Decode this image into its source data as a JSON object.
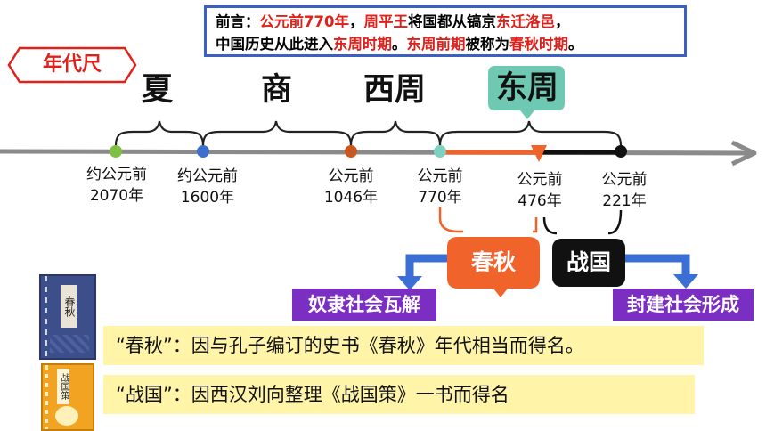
{
  "intro": {
    "p1": "前言：",
    "p2": "公元前770年",
    "p3": "，",
    "p4": "周平王",
    "p5": "将国都从镐京",
    "p6": "东迁洛邑",
    "p7": "，",
    "p8": "中国历史从此进入",
    "p9": "东周时期",
    "p10": "。",
    "p11": "东周前期",
    "p12": "被称为",
    "p13": "春秋时期",
    "p14": "。"
  },
  "tag": "年代尺",
  "dynasties": [
    "夏",
    "商",
    "西周",
    "东周"
  ],
  "dates": [
    {
      "line1": "约公元前",
      "line2": "2070年"
    },
    {
      "line1": "约公元前",
      "line2": "1600年"
    },
    {
      "line1": "公元前",
      "line2": "1046年"
    },
    {
      "line1": "公元前",
      "line2": "770年"
    },
    {
      "line1": "公元前",
      "line2": "476年"
    },
    {
      "line1": "公元前",
      "line2": "221年"
    }
  ],
  "periods": {
    "chunqiu": "春秋",
    "zhanguo": "战国"
  },
  "outcomes": {
    "left": "奴隶社会瓦解",
    "right": "封建社会形成"
  },
  "explanations": [
    "“春秋”：因与孔子编订的史书《春秋》年代相当而得名。",
    "“战国”：因西汉刘向整理《战国策》一书而得名"
  ],
  "books": {
    "book1_title": "春秋",
    "book2_title": "战国策"
  },
  "colors": {
    "intro_border": "#3b5fc2",
    "red_text": "#e0201b",
    "teal_bubble": "#6fc9b2",
    "chunqiu_box": "#f0632a",
    "zhanguo_box": "#111111",
    "purple_label": "#7b2fc2",
    "yellow_bar": "#fff4a8",
    "axis": "#888888",
    "blue_arrow": "#3b6fd6"
  }
}
